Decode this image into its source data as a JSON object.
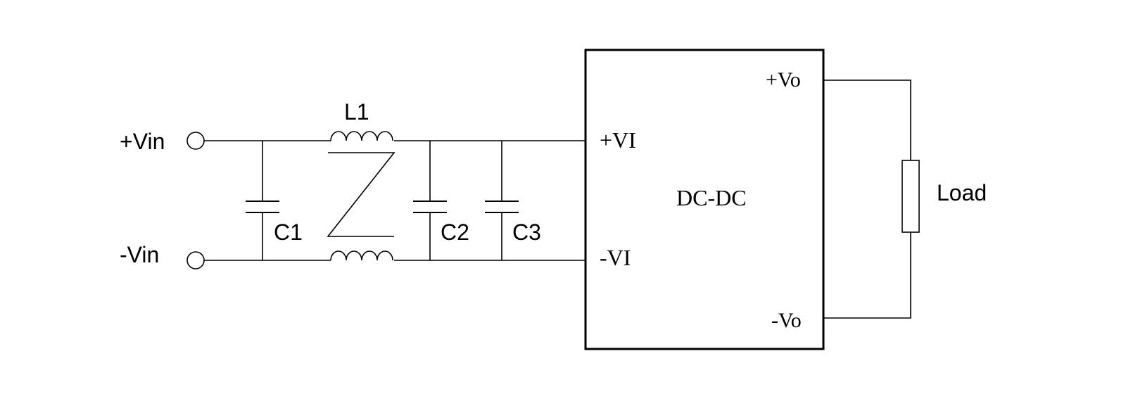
{
  "labels": {
    "vin_plus": "+Vin",
    "vin_minus": "-Vin",
    "l1": "L1",
    "c1": "C1",
    "c2": "C2",
    "c3": "C3",
    "vi_plus": "+VI",
    "vi_minus": "-VI",
    "module": "DC-DC",
    "vo_plus": "+Vo",
    "vo_minus": "-Vo",
    "load": "Load"
  }
}
